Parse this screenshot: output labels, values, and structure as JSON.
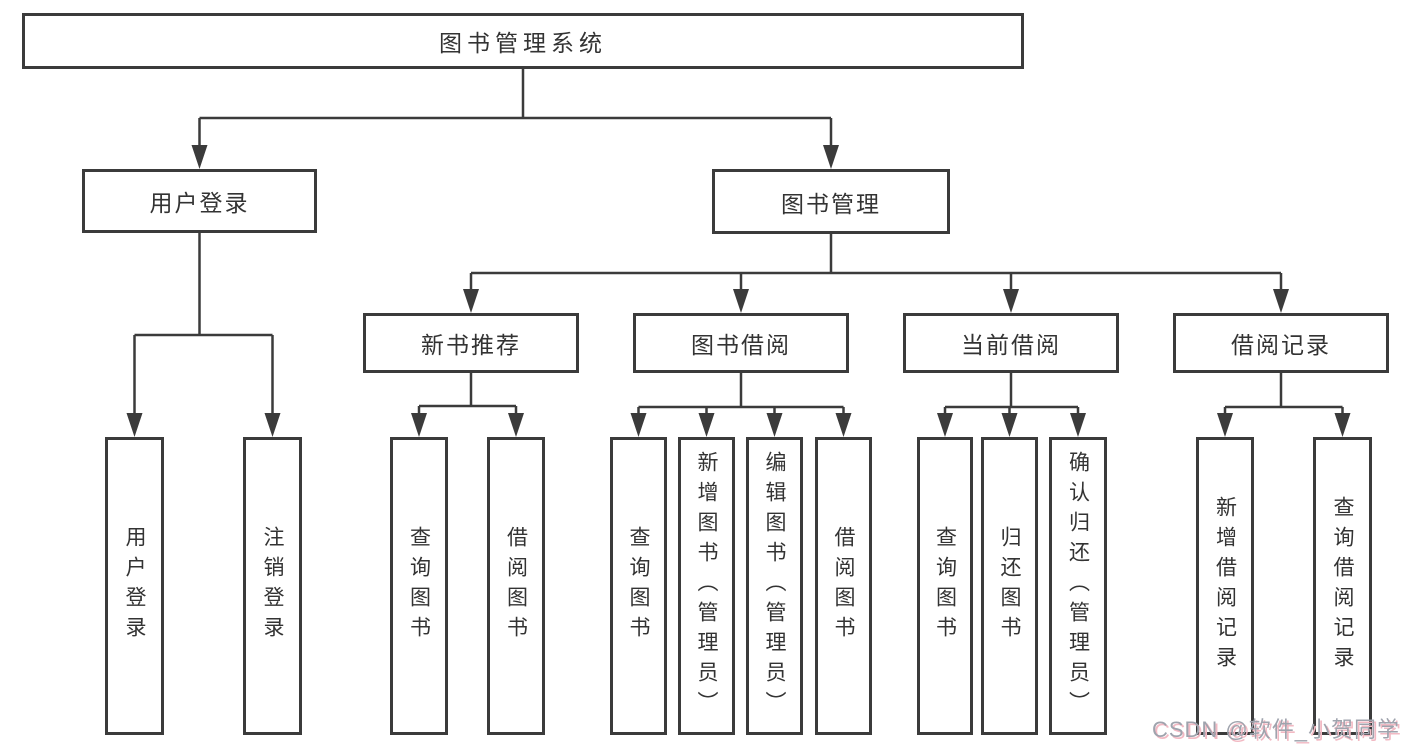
{
  "nodes": {
    "root": "图书管理系统",
    "user_login": "用户登录",
    "book_mgmt": "图书管理",
    "new_book_rec": "新书推荐",
    "book_borrow": "图书借阅",
    "current_borrow": "当前借阅",
    "borrow_record": "借阅记录",
    "leaf_user_login": "用户登录",
    "leaf_logout": "注销登录",
    "leaf_rec_query": "查询图书",
    "leaf_rec_borrow": "借阅图书",
    "leaf_bb_query": "查询图书",
    "leaf_bb_add": "新增图书（管理员）",
    "leaf_bb_edit": "编辑图书（管理员）",
    "leaf_bb_borrow": "借阅图书",
    "leaf_cb_query": "查询图书",
    "leaf_cb_return": "归还图书",
    "leaf_cb_confirm": "确认归还（管理员）",
    "leaf_br_add": "新增借阅记录",
    "leaf_br_query": "查询借阅记录"
  },
  "watermark": "CSDN @软件_小贺同学",
  "colors": {
    "line": "#3b3b3b",
    "text": "#333333",
    "background": "#ffffff",
    "watermark": "#9fa3ad",
    "watermark_shadow": "#f2b9c3"
  }
}
